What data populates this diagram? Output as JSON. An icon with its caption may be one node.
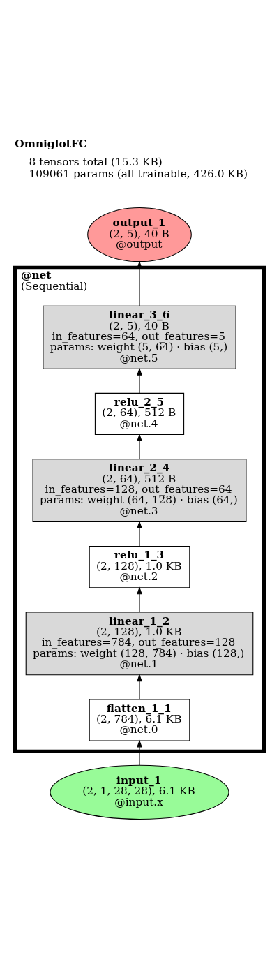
{
  "diagram": {
    "title": "OmniglotFC",
    "nodes": [
      {
        "text": [
          "output_1",
          "(2, 5), 40 B",
          "@output"
        ]
      },
      {
        "text": [
          "@net",
          "(Sequential)"
        ]
      },
      {
        "text": [
          "linear_3_6",
          "(2, 5), 40 B",
          "in_features=64, out_features=5",
          "params: weight (5, 64) · bias (5,)",
          "@net.5"
        ],
        "in": 1
      },
      {
        "text": [
          "relu_2_5",
          "(2, 64), 512 B",
          "@net.4"
        ],
        "in": 1
      },
      {
        "text": [
          "linear_2_4",
          "(2, 64), 512 B",
          "in_features=128, out_features=64",
          "params: weight (64, 128) · bias (64,)",
          "@net.3"
        ],
        "in": 1
      },
      {
        "text": [
          "relu_1_3",
          "(2, 128), 1.0 KB",
          "@net.2"
        ],
        "in": 1
      },
      {
        "text": [
          "linear_1_2",
          "(2, 128), 1.0 KB",
          "in_features=784, out_features=128",
          "params: weight (128, 784) · bias (128,)",
          "@net.1"
        ],
        "in": 1
      },
      {
        "text": [
          "flatten_1_1",
          "(2, 784), 6.1 KB",
          "@net.0"
        ],
        "in": 1
      },
      {
        "text": [
          "input_1",
          "(2, 1, 28, 28), 6.1 KB",
          "@input.x"
        ]
      }
    ],
    "edges": [
      {
        "from": 8,
        "to": 7,
        "arrow": "to"
      },
      {
        "from": 7,
        "to": 6,
        "arrow": "to"
      },
      {
        "from": 6,
        "to": 5,
        "arrow": "to"
      },
      {
        "from": 5,
        "to": 4,
        "arrow": "to"
      },
      {
        "from": 4,
        "to": 3,
        "arrow": "to"
      },
      {
        "from": 3,
        "to": 2,
        "arrow": "to"
      },
      {
        "from": 2,
        "to": 0,
        "arrow": "to"
      }
    ],
    "labels": [
      "8 tensors total (15.3 KB)",
      "109061 params (all trainable, 426.0 KB)"
    ]
  }
}
